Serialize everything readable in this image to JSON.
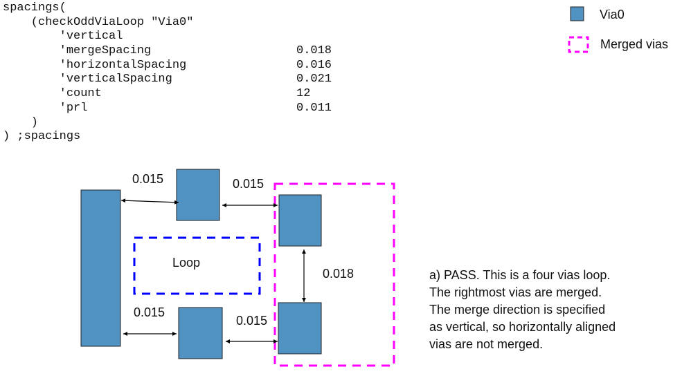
{
  "code": {
    "line1": "spacings(",
    "line2": "    (checkOddViaLoop \"Via0\"",
    "line3": "        'vertical",
    "params": [
      {
        "name": "        'mergeSpacing",
        "value": "0.018"
      },
      {
        "name": "        'horizontalSpacing",
        "value": "0.016"
      },
      {
        "name": "        'verticalSpacing",
        "value": "0.021"
      },
      {
        "name": "        'count",
        "value": "12"
      },
      {
        "name": "        'prl",
        "value": "0.011"
      }
    ],
    "close1": "    )",
    "close2": ") ;spacings"
  },
  "legend": {
    "via_label": "Via0",
    "merged_label": "Merged vias"
  },
  "diagram": {
    "loop_label": "Loop",
    "spacing_top_left": "0.015",
    "spacing_top_right": "0.015",
    "spacing_vertical": "0.018",
    "spacing_bottom_left": "0.015",
    "spacing_bottom_right": "0.015"
  },
  "colors": {
    "via": "#5093c2",
    "merged": "#ff00ff",
    "loop": "#0000ff"
  },
  "note": [
    "a) PASS. This is a four vias loop.",
    "The rightmost vias are merged.",
    "The merge direction is specified",
    "as vertical, so horizontally aligned",
    "vias are not merged."
  ]
}
